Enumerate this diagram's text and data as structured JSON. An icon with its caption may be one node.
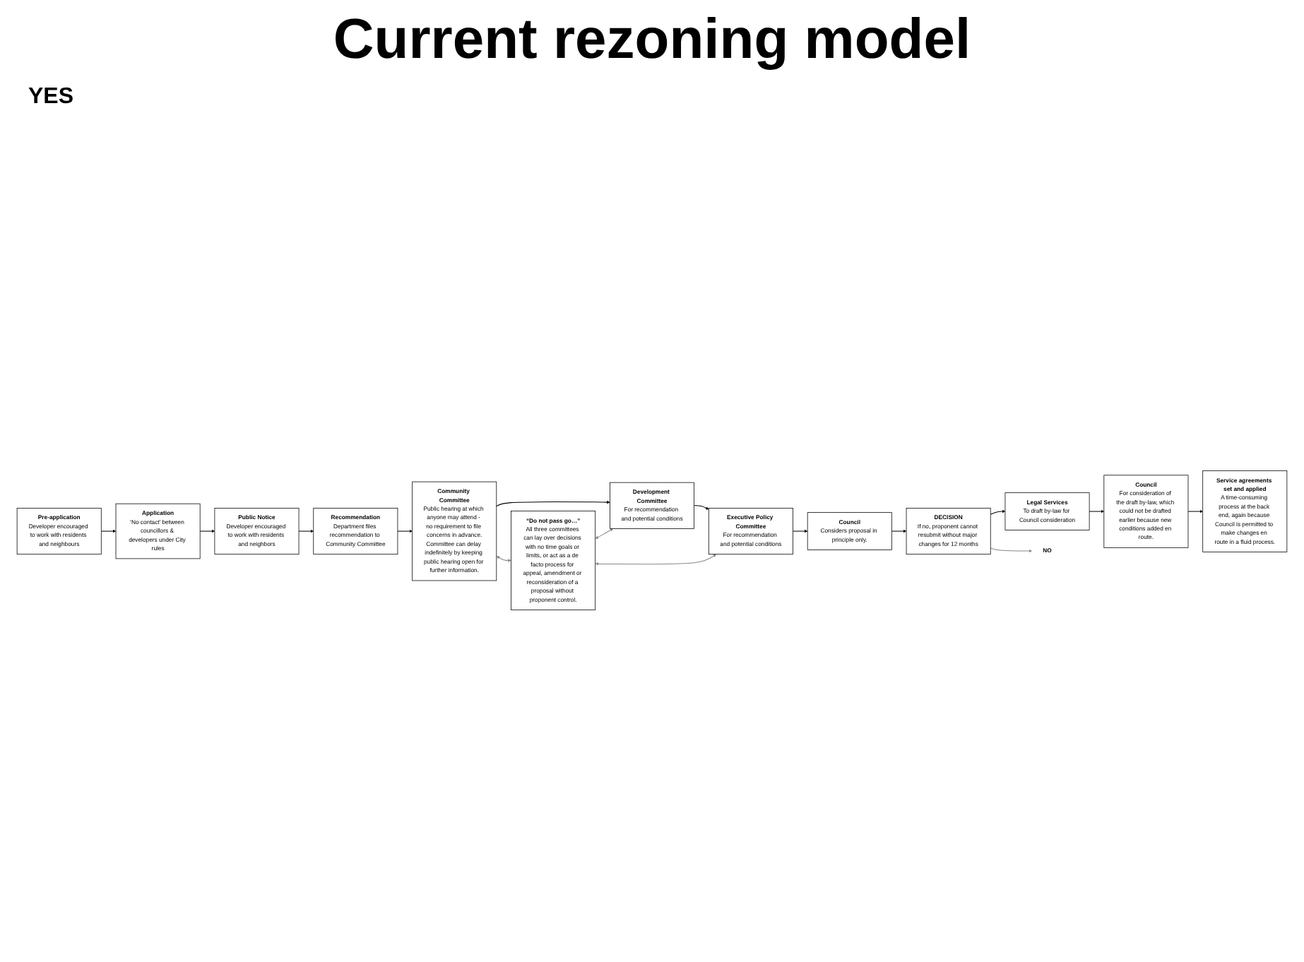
{
  "diagram": {
    "title": "Current rezoning model",
    "nodes": [
      {
        "text": [
          "Pre-application",
          "Developer encouraged to work with residents and neighbours"
        ]
      },
      {
        "text": [
          "Application",
          "‘No contact’ between councillors & developers under City rules"
        ]
      },
      {
        "text": [
          "Public Notice",
          "Developer encouraged to work with residents and neighbors"
        ]
      },
      {
        "text": [
          "Recommendation",
          "Department files recommendation to Community Committee"
        ]
      },
      {
        "text": [
          "Community Committee",
          "Public hearing at which anyone may attend - no requirement to file concerns in advance.",
          "Committee can delay indefinitely by keeping public hearing open for further information."
        ]
      },
      {
        "text": [
          "Council",
          "Considers proposal in principle only."
        ]
      },
      {
        "text": [
          "Executive Policy Committee",
          "For recommendation and potential conditions"
        ]
      },
      {
        "text": [
          "Development Committee",
          "For recommendation and potential conditions"
        ]
      },
      {
        "text": [
          "DECISION",
          "If no, proponent cannot resubmit without major changes for 12 months"
        ]
      },
      {
        "text": [
          "Legal Services",
          "To draft by-law for Council consideration"
        ]
      },
      {
        "text": [
          "Council",
          "For consideration of the draft by-law, which could not be drafted earlier because new conditions added en route."
        ]
      },
      {
        "text": [
          "Service agreements set and applied",
          "A time-consuming process at the back end, again because Council is permitted to make changes en route in a fluid process."
        ]
      },
      {
        "text": [
          "“Do not pass go…”",
          "All three committees can lay over decisions with no time goals or limits, or act as a de facto process for appeal, amendment or reconsideration of a proposal without proponent control."
        ]
      },
      {
        "text": [
          "NO"
        ]
      }
    ],
    "edges": [
      {
        "from": 0,
        "to": 1,
        "arrow": "to"
      },
      {
        "from": 1,
        "to": 2,
        "arrow": "to"
      },
      {
        "from": 2,
        "to": 3,
        "arrow": "to"
      },
      {
        "from": 3,
        "to": 4,
        "arrow": "to"
      },
      {
        "from": 4,
        "to": 7,
        "arrow": "to"
      },
      {
        "from": 7,
        "to": 6,
        "arrow": "to"
      },
      {
        "from": 6,
        "to": 5,
        "arrow": "to"
      },
      {
        "from": 5,
        "to": 8,
        "arrow": "to"
      },
      {
        "from": 8,
        "to": 9,
        "arrow": "to"
      },
      {
        "from": 9,
        "to": 10,
        "arrow": "to"
      },
      {
        "from": 10,
        "to": 11,
        "arrow": "to"
      },
      {
        "from": 8,
        "to": 13,
        "arrow": "to",
        "color": "#888888"
      },
      {
        "from": 12,
        "to": 6,
        "arrow": "both",
        "color": "#888888"
      },
      {
        "from": 12,
        "to": 7,
        "arrow": "both",
        "color": "#888888"
      },
      {
        "from": 4,
        "to": 12,
        "arrow": "both",
        "color": "#888888"
      }
    ],
    "labels": [
      "YES"
    ]
  }
}
